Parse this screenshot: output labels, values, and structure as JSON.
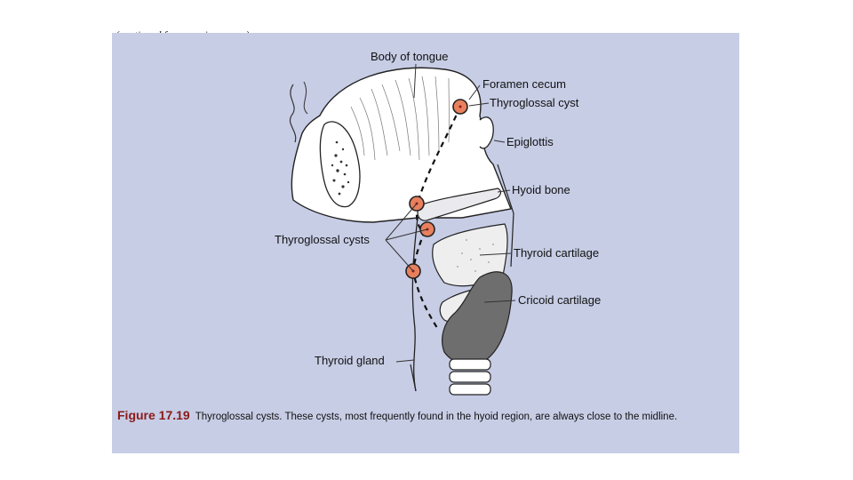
{
  "header": {
    "continued_text": "(continued from previous page)"
  },
  "labels": {
    "body_of_tongue": "Body of tongue",
    "foramen_cecum": "Foramen cecum",
    "thyroglossal_cyst": "Thyroglossal cyst",
    "epiglottis": "Epiglottis",
    "hyoid_bone": "Hyoid bone",
    "thyroglossal_cysts": "Thyroglossal cysts",
    "thyroid_cartilage": "Thyroid cartilage",
    "cricoid_cartilage": "Cricoid cartilage",
    "thyroid_gland": "Thyroid gland"
  },
  "caption": {
    "figure_number": "Figure 17.19",
    "text": "Thyroglossal cysts. These cysts, most frequently found in the hyoid region, are always close to the midline."
  },
  "colors": {
    "panel_background": "#c7cde5",
    "cyst_fill": "#e8805e",
    "figure_number": "#8a1a1a",
    "gland_fill": "#6e6e6e"
  }
}
